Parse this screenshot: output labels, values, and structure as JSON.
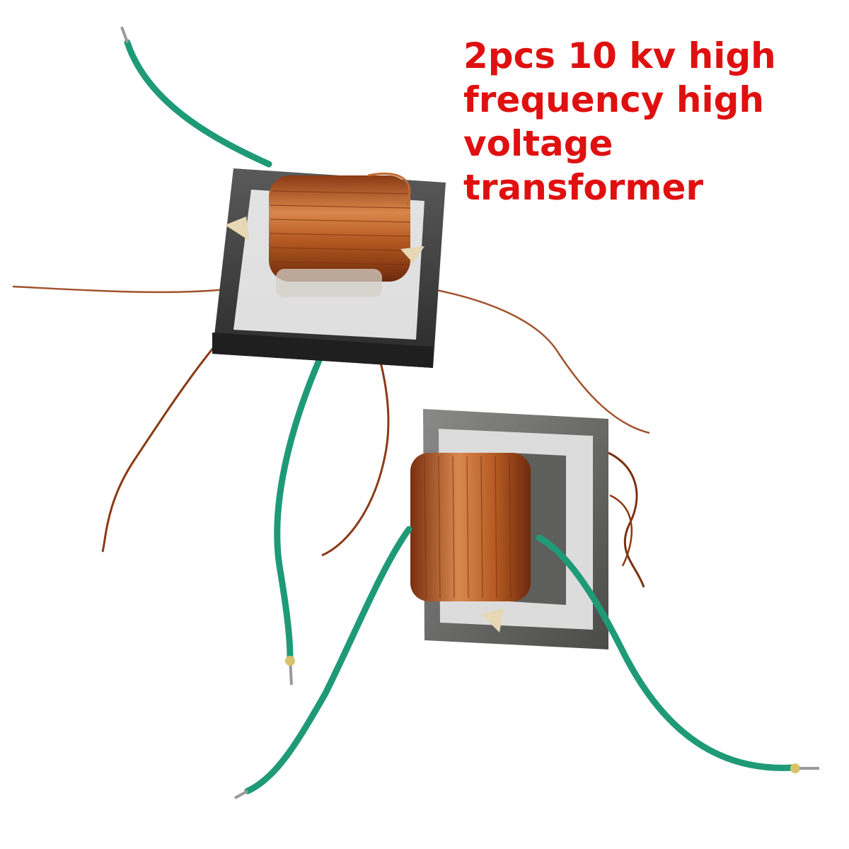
{
  "caption": {
    "line1": "2pcs 10 kv high",
    "line2": "frequency high",
    "line3": "voltage",
    "line4": "transformer",
    "color": "#e01010"
  },
  "colors": {
    "background": "#ffffff",
    "copper": "#b0561f",
    "green_wire": "#1f9a76",
    "core": "#3c3c3c"
  },
  "objects": [
    "transformer-upper-left",
    "transformer-lower-right"
  ]
}
